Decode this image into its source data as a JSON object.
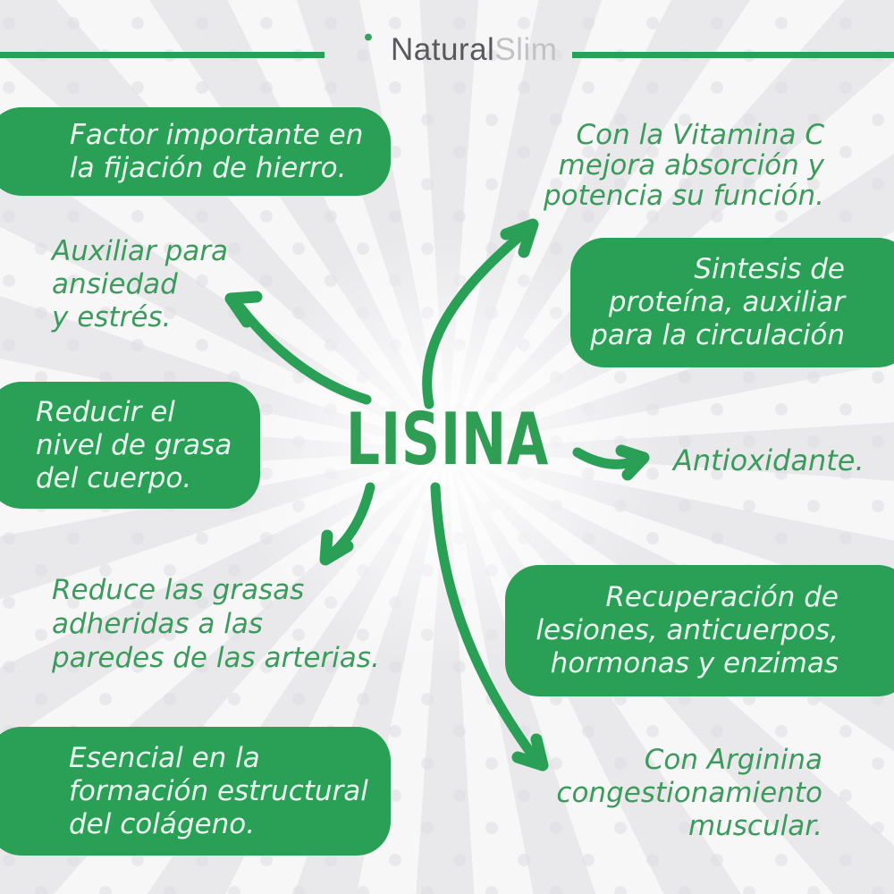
{
  "logo": {
    "icon": "person-figure-icon",
    "name_primary": "Natural",
    "name_secondary": "Slim"
  },
  "center_title": "LISINA",
  "colors": {
    "green": "#2aa057",
    "green_text": "#3c9b5c",
    "box_text": "#eaf8ef",
    "brand_dark": "#59595d",
    "brand_light": "#c2c2c4"
  },
  "benefits": {
    "factor_hierro": {
      "lines": [
        "Factor importante en",
        "la fijación de hierro."
      ]
    },
    "vitamina_c": {
      "lines": [
        "Con la Vitamina C",
        "mejora absorción y",
        "potencia su función."
      ]
    },
    "sintesis_proteina": {
      "lines": [
        "Sintesis de",
        "proteína, auxiliar",
        "para la circulación"
      ]
    },
    "ansiedad_estres": {
      "lines": [
        "Auxiliar para",
        "ansiedad",
        "y estrés."
      ]
    },
    "grasa_cuerpo": {
      "lines": [
        "Reducir el",
        "nivel de grasa",
        "del cuerpo."
      ]
    },
    "antioxidante": {
      "lines": [
        "Antioxidante."
      ]
    },
    "grasas_arterias": {
      "lines": [
        "Reduce las grasas",
        "adheridas a las",
        "paredes de las arterias."
      ]
    },
    "recuperacion": {
      "lines": [
        "Recuperación de",
        "lesiones, anticuerpos,",
        "hormonas y enzimas"
      ]
    },
    "colageno": {
      "lines": [
        "Esencial en la",
        "formación estructural",
        "del colágeno."
      ]
    },
    "arginina": {
      "lines": [
        "Con Arginina",
        "congestionamiento",
        "muscular."
      ]
    }
  }
}
